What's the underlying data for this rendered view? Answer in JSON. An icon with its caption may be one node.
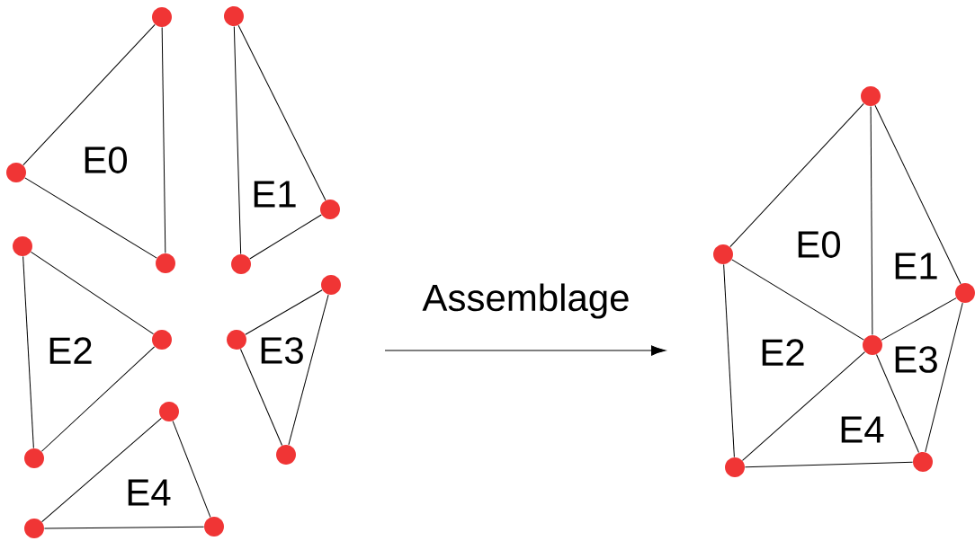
{
  "diagram": {
    "nodes": [
      {
        "text": [],
        "shape": "circle"
      },
      {
        "text": [],
        "shape": "circle"
      },
      {
        "text": [],
        "shape": "circle"
      },
      {
        "text": [],
        "shape": "circle"
      },
      {
        "text": [],
        "shape": "circle"
      },
      {
        "text": [],
        "shape": "circle"
      },
      {
        "text": [],
        "shape": "circle"
      },
      {
        "text": [],
        "shape": "circle"
      },
      {
        "text": [],
        "shape": "circle"
      },
      {
        "text": [],
        "shape": "circle"
      },
      {
        "text": [],
        "shape": "circle"
      },
      {
        "text": [],
        "shape": "circle"
      },
      {
        "text": [],
        "shape": "circle"
      },
      {
        "text": [],
        "shape": "circle"
      },
      {
        "text": [],
        "shape": "circle"
      },
      {
        "text": [],
        "shape": "circle"
      },
      {
        "text": [],
        "shape": "circle"
      },
      {
        "text": [],
        "shape": "circle"
      },
      {
        "text": [],
        "shape": "circle"
      },
      {
        "text": [],
        "shape": "circle"
      },
      {
        "text": [],
        "shape": "circle"
      }
    ],
    "edges": [
      {
        "from": 0,
        "to": 1,
        "arrow": "none"
      },
      {
        "from": 0,
        "to": 2,
        "arrow": "none"
      },
      {
        "from": 1,
        "to": 2,
        "arrow": "none"
      },
      {
        "from": 3,
        "to": 4,
        "arrow": "none"
      },
      {
        "from": 3,
        "to": 5,
        "arrow": "none"
      },
      {
        "from": 4,
        "to": 5,
        "arrow": "none"
      },
      {
        "from": 6,
        "to": 7,
        "arrow": "none"
      },
      {
        "from": 6,
        "to": 8,
        "arrow": "none"
      },
      {
        "from": 7,
        "to": 8,
        "arrow": "none"
      },
      {
        "from": 9,
        "to": 10,
        "arrow": "none"
      },
      {
        "from": 9,
        "to": 11,
        "arrow": "none"
      },
      {
        "from": 10,
        "to": 11,
        "arrow": "none"
      },
      {
        "from": 12,
        "to": 13,
        "arrow": "none"
      },
      {
        "from": 12,
        "to": 14,
        "arrow": "none"
      },
      {
        "from": 13,
        "to": 14,
        "arrow": "none"
      },
      {
        "from": 15,
        "to": 16,
        "arrow": "none"
      },
      {
        "from": 15,
        "to": 18,
        "arrow": "none"
      },
      {
        "from": 15,
        "to": 17,
        "arrow": "none"
      },
      {
        "from": 16,
        "to": 18,
        "arrow": "none"
      },
      {
        "from": 16,
        "to": 19,
        "arrow": "none"
      },
      {
        "from": 18,
        "to": 17,
        "arrow": "none"
      },
      {
        "from": 18,
        "to": 19,
        "arrow": "none"
      },
      {
        "from": 18,
        "to": 20,
        "arrow": "none"
      },
      {
        "from": 17,
        "to": 20,
        "arrow": "none"
      },
      {
        "from": 19,
        "to": 20,
        "arrow": "none"
      }
    ],
    "labels": [
      "E0",
      "E1",
      "E2",
      "E3",
      "E4",
      "Assemblage",
      "E0",
      "E1",
      "E2",
      "E3",
      "E4"
    ]
  }
}
